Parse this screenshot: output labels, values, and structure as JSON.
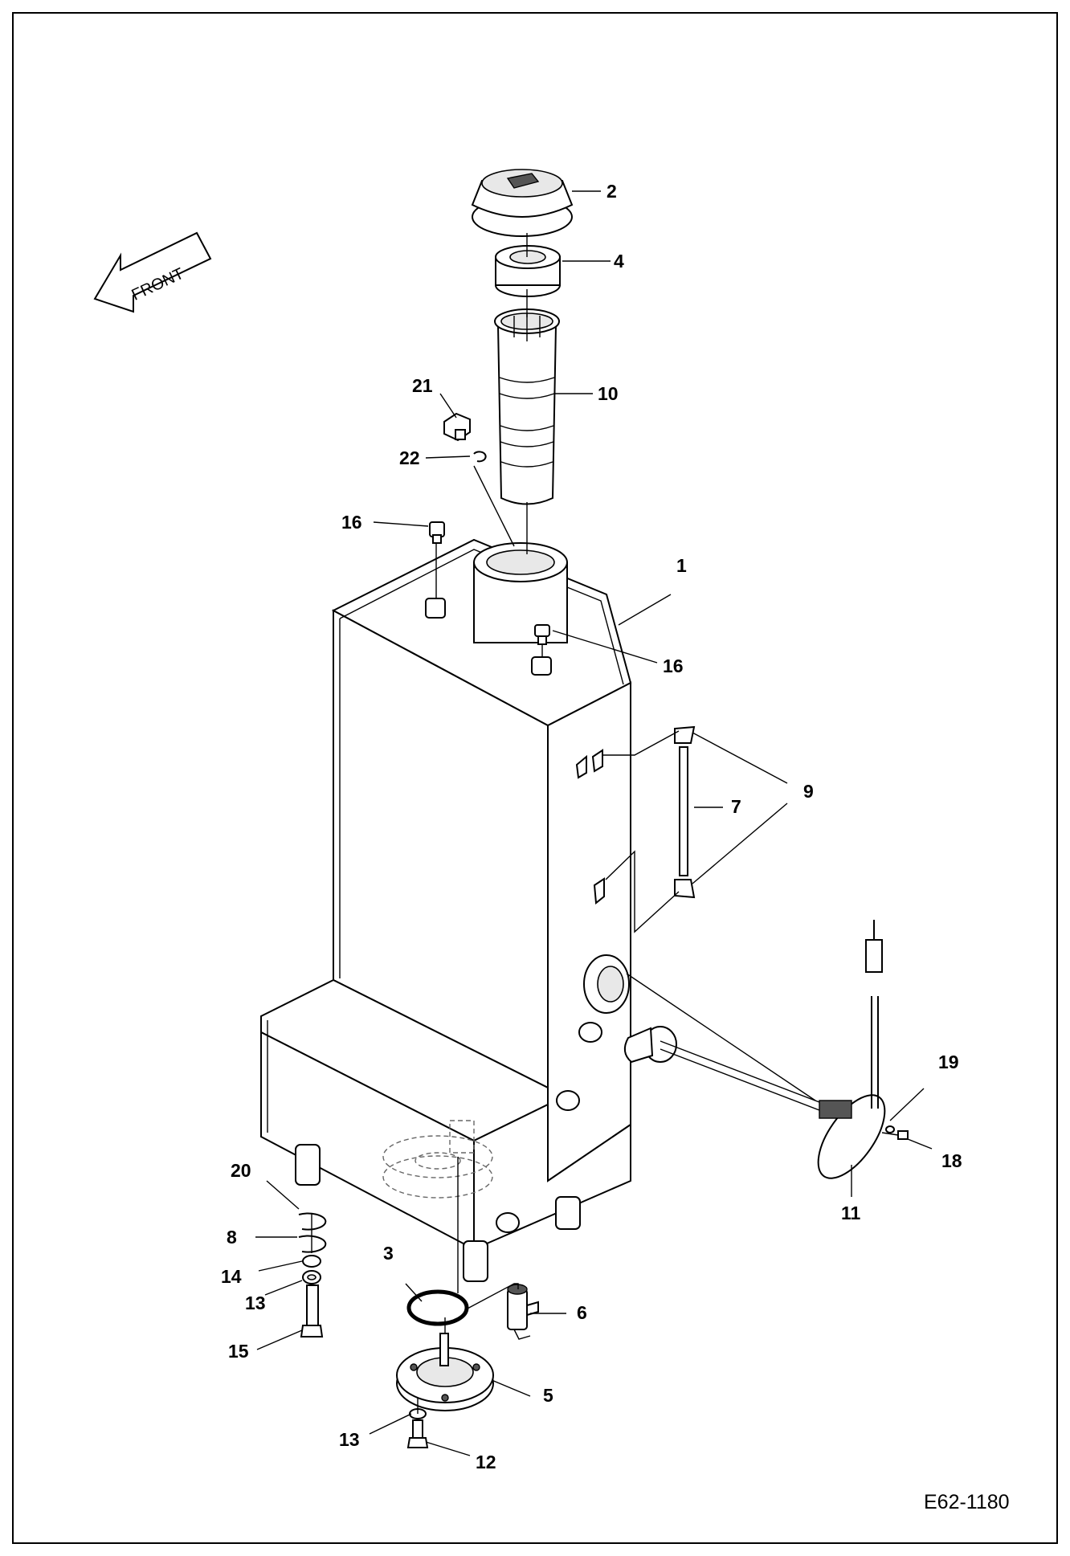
{
  "drawing_code": "E62-1180",
  "direction_label": "FRONT",
  "callouts": {
    "c1": "1",
    "c2": "2",
    "c3": "3",
    "c4": "4",
    "c5": "5",
    "c6": "6",
    "c7": "7",
    "c8": "8",
    "c9": "9",
    "c10": "10",
    "c11": "11",
    "c12": "12",
    "c13a": "13",
    "c13b": "13",
    "c14": "14",
    "c15": "15",
    "c16a": "16",
    "c16b": "16",
    "c18": "18",
    "c19": "19",
    "c20": "20",
    "c21": "21",
    "c22": "22"
  }
}
